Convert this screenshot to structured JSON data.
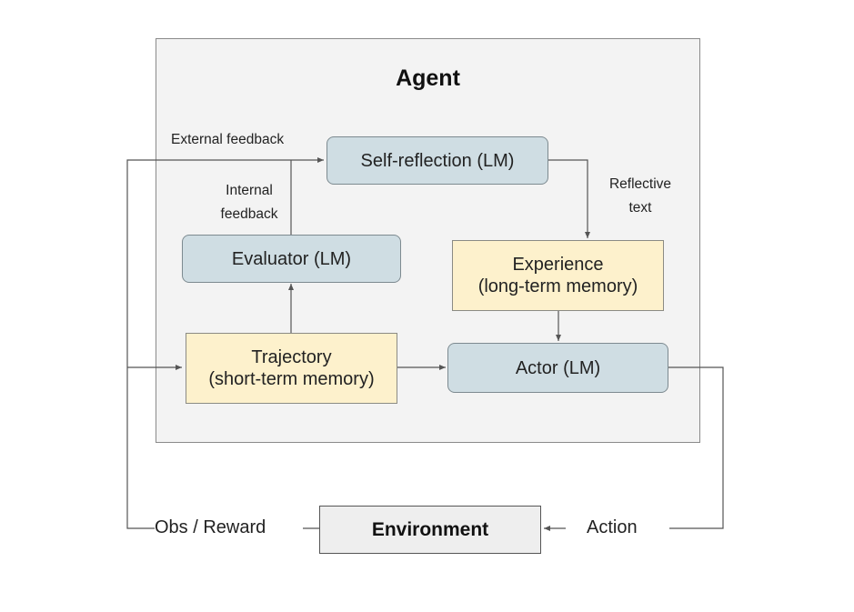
{
  "agent": {
    "title": "Agent"
  },
  "nodes": {
    "self_reflection": "Self-reflection (LM)",
    "evaluator": "Evaluator (LM)",
    "experience_title": "Experience",
    "experience_sub": "(long-term memory)",
    "trajectory_title": "Trajectory",
    "trajectory_sub": "(short-term memory)",
    "actor": "Actor (LM)",
    "environment": "Environment"
  },
  "labels": {
    "external_feedback": "External feedback",
    "internal_feedback_1": "Internal",
    "internal_feedback_2": "feedback",
    "reflective_text_1": "Reflective",
    "reflective_text_2": "text",
    "obs_reward": "Obs / Reward",
    "action": "Action"
  },
  "colors": {
    "lm_fill": "#cfdde3",
    "memory_fill": "#fdf1cc",
    "environment_fill": "#eeeeee",
    "agent_fill": "#f3f3f3"
  }
}
